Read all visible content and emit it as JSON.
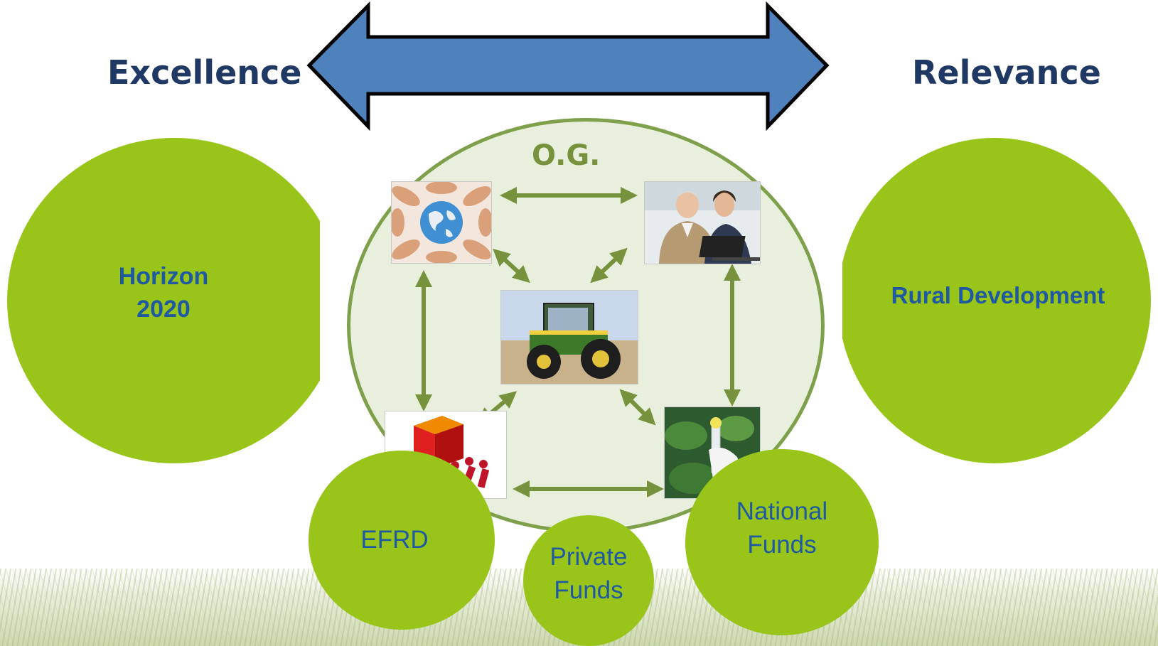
{
  "header": {
    "left_label": "Excellence",
    "right_label": "Relevance"
  },
  "og_label": "O.G.",
  "programs": {
    "horizon_line1": "Horizon",
    "horizon_line2": "2020",
    "rural": "Rural Development"
  },
  "funds": {
    "efrd": "EFRD",
    "private_line1": "Private",
    "private_line2": "Funds",
    "national_line1": "National",
    "national_line2": "Funds"
  },
  "colors": {
    "arrow_fill": "#4f81bd",
    "circle_green": "#99c51a",
    "og_circle_fill": "#e8efdc",
    "og_green": "#76923c",
    "title_blue": "#1f3864",
    "text_blue": "#1f5aa0"
  },
  "icons": [
    "globe-hands-photo",
    "meeting-photo",
    "tractor-photo",
    "box-team-icon",
    "lab-sample-photo"
  ]
}
